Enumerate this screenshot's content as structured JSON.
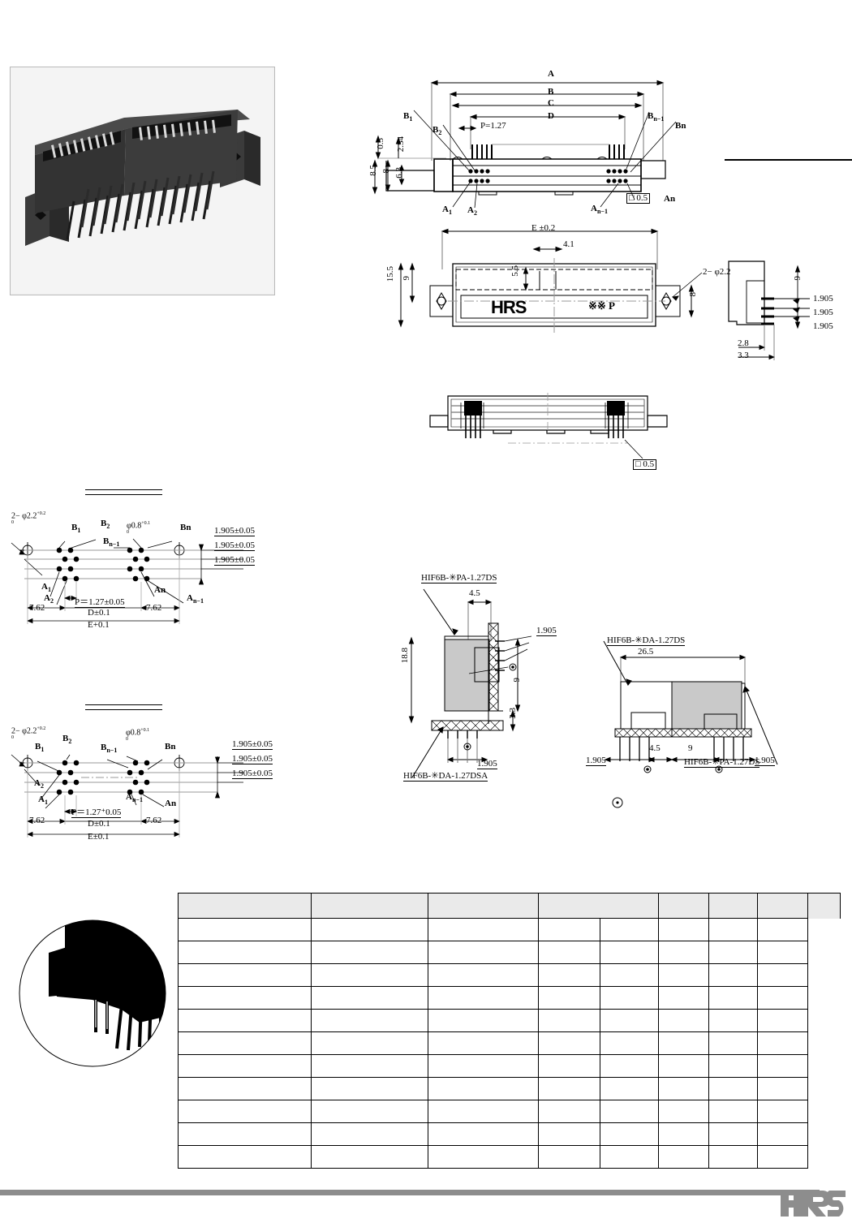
{
  "page": {
    "manufacturer_logo": "HRS",
    "product_family": "HIF6B"
  },
  "photo": {
    "name": "product-photo",
    "caption": ""
  },
  "fig_side_view": {
    "title": "",
    "dimensions": {
      "A": "A",
      "B": "B",
      "C": "C",
      "D": "D",
      "pitch": "P=1.27",
      "h_0_5": "0.5",
      "h_2_54": "2.54",
      "h_8_5": "8.5",
      "h_8": "8",
      "h_6_3": "6.3",
      "pin_square": "□ 0.5"
    },
    "contact_labels": {
      "b1": "B",
      "b1_sub": "1",
      "b2": "B",
      "b2_sub": "2",
      "bn1": "B",
      "bn1_sub": "n−1",
      "bn": "Bn",
      "a1": "A",
      "a1_sub": "1",
      "a2": "A",
      "a2_sub": "2",
      "an1": "A",
      "an1_sub": "n−1",
      "an": "An"
    }
  },
  "fig_front_view": {
    "dimensions": {
      "E": "E",
      "E_tol": "±0.2",
      "w_4_1": "4.1",
      "h_5_5": "5.5",
      "h_15_5": "15.5",
      "h_9": "9",
      "h_8": "8",
      "holes": "2− φ2.2"
    },
    "marking_logo": "HRS",
    "marking_code": "※※ P"
  },
  "fig_end_view": {
    "dimensions": {
      "h_9": "9",
      "p1": "1.905",
      "p2": "1.905",
      "p3": "1.905",
      "d_2_8": "2.8",
      "d_3_3": "3.3"
    }
  },
  "fig_bottom_view": {
    "dimensions": {
      "pin_square": "□ 0.5"
    }
  },
  "fig_pcb_layout_1": {
    "title": "",
    "dimensions": {
      "mounting_holes": "2− φ2.2",
      "mounting_holes_tol_up": "+0.2",
      "mounting_holes_tol_lo": "0",
      "contact_hole": "φ0.8",
      "contact_hole_tol_up": "+0.1",
      "contact_hole_tol_lo": "0",
      "row_1": "1.905±0.05",
      "row_2": "1.905±0.05",
      "row_3": "1.905±0.05",
      "pitch": "P＝1.27±0.05",
      "edge_left": "7.62",
      "edge_right": "7.62",
      "D": "D±0.1",
      "E": "E",
      "E_tol": "+0.1"
    },
    "labels": {
      "b1": "B",
      "b1_sub": "1",
      "b2": "B",
      "b2_sub": "2",
      "bn1": "B",
      "bn1_sub": "n−1",
      "bn": "Bn",
      "a1": "A",
      "a1_sub": "1",
      "a2": "A",
      "a2_sub": "2",
      "an1": "A",
      "an1_sub": "n−1",
      "an": "An"
    }
  },
  "fig_pcb_layout_2": {
    "title": "",
    "dimensions": {
      "mounting_holes": "2− φ2.2",
      "mounting_holes_tol_up": "+0.2",
      "mounting_holes_tol_lo": "0",
      "contact_hole": "φ0.8",
      "contact_hole_tol_up": "+0.1",
      "contact_hole_tol_lo": "0",
      "row_1": "1.905±0.05",
      "row_2": "1.905±0.05",
      "row_3": "1.905±0.05",
      "pitch": "P＝1.27⁺0.05",
      "edge_left": "7.62",
      "edge_right": "7.62",
      "D": "D±0.1",
      "E": "E±0.1"
    },
    "labels": {
      "b1": "B",
      "b1_sub": "1",
      "b2": "B",
      "b2_sub": "2",
      "bn1": "B",
      "bn1_sub": "n−1",
      "bn": "Bn",
      "a1": "A",
      "a1_sub": "1",
      "a2": "A",
      "a2_sub": "2",
      "an1": "A",
      "an1_sub": "n−1",
      "an": "An"
    }
  },
  "fig_mating_side": {
    "part_top": "HIF6B-✳PA-1.27DS",
    "part_bottom": "HIF6B-✳DA-1.27DSA",
    "dimensions": {
      "w_4_5": "4.5",
      "h_18_8": "18.8",
      "h_9": "9",
      "h_3_3": "3.3",
      "p_right": "1.905",
      "p_bottom": "1.905"
    }
  },
  "fig_mating_front": {
    "part_left": "HIF6B-✳DA-1.27DS",
    "part_right": "HIF6B-✳PA-1.27DS",
    "dimensions": {
      "w_26_5": "26.5",
      "p_left": "1.905",
      "w_4_5": "4.5",
      "w_9": "9",
      "p_right": "1.905"
    }
  },
  "spec_table": {
    "headers": [
      "",
      "",
      "",
      "",
      "",
      "",
      "",
      "",
      ""
    ],
    "rows": [
      [
        "",
        "",
        "",
        "",
        "",
        "",
        "",
        "",
        ""
      ],
      [
        "",
        "",
        "",
        "",
        "",
        "",
        "",
        "",
        ""
      ],
      [
        "",
        "",
        "",
        "",
        "",
        "",
        "",
        "",
        ""
      ],
      [
        "",
        "",
        "",
        "",
        "",
        "",
        "",
        "",
        ""
      ],
      [
        "",
        "",
        "",
        "",
        "",
        "",
        "",
        "",
        ""
      ],
      [
        "",
        "",
        "",
        "",
        "",
        "",
        "",
        "",
        ""
      ],
      [
        "",
        "",
        "",
        "",
        "",
        "",
        "",
        "",
        ""
      ],
      [
        "",
        "",
        "",
        "",
        "",
        "",
        "",
        "",
        ""
      ],
      [
        "",
        "",
        "",
        "",
        "",
        "",
        "",
        "",
        ""
      ],
      [
        "",
        "",
        "",
        "",
        "",
        "",
        "",
        "",
        ""
      ],
      [
        "",
        "",
        "",
        "",
        "",
        "",
        "",
        "",
        ""
      ]
    ]
  },
  "detail_photo": {
    "name": "detail-circle-photo"
  }
}
